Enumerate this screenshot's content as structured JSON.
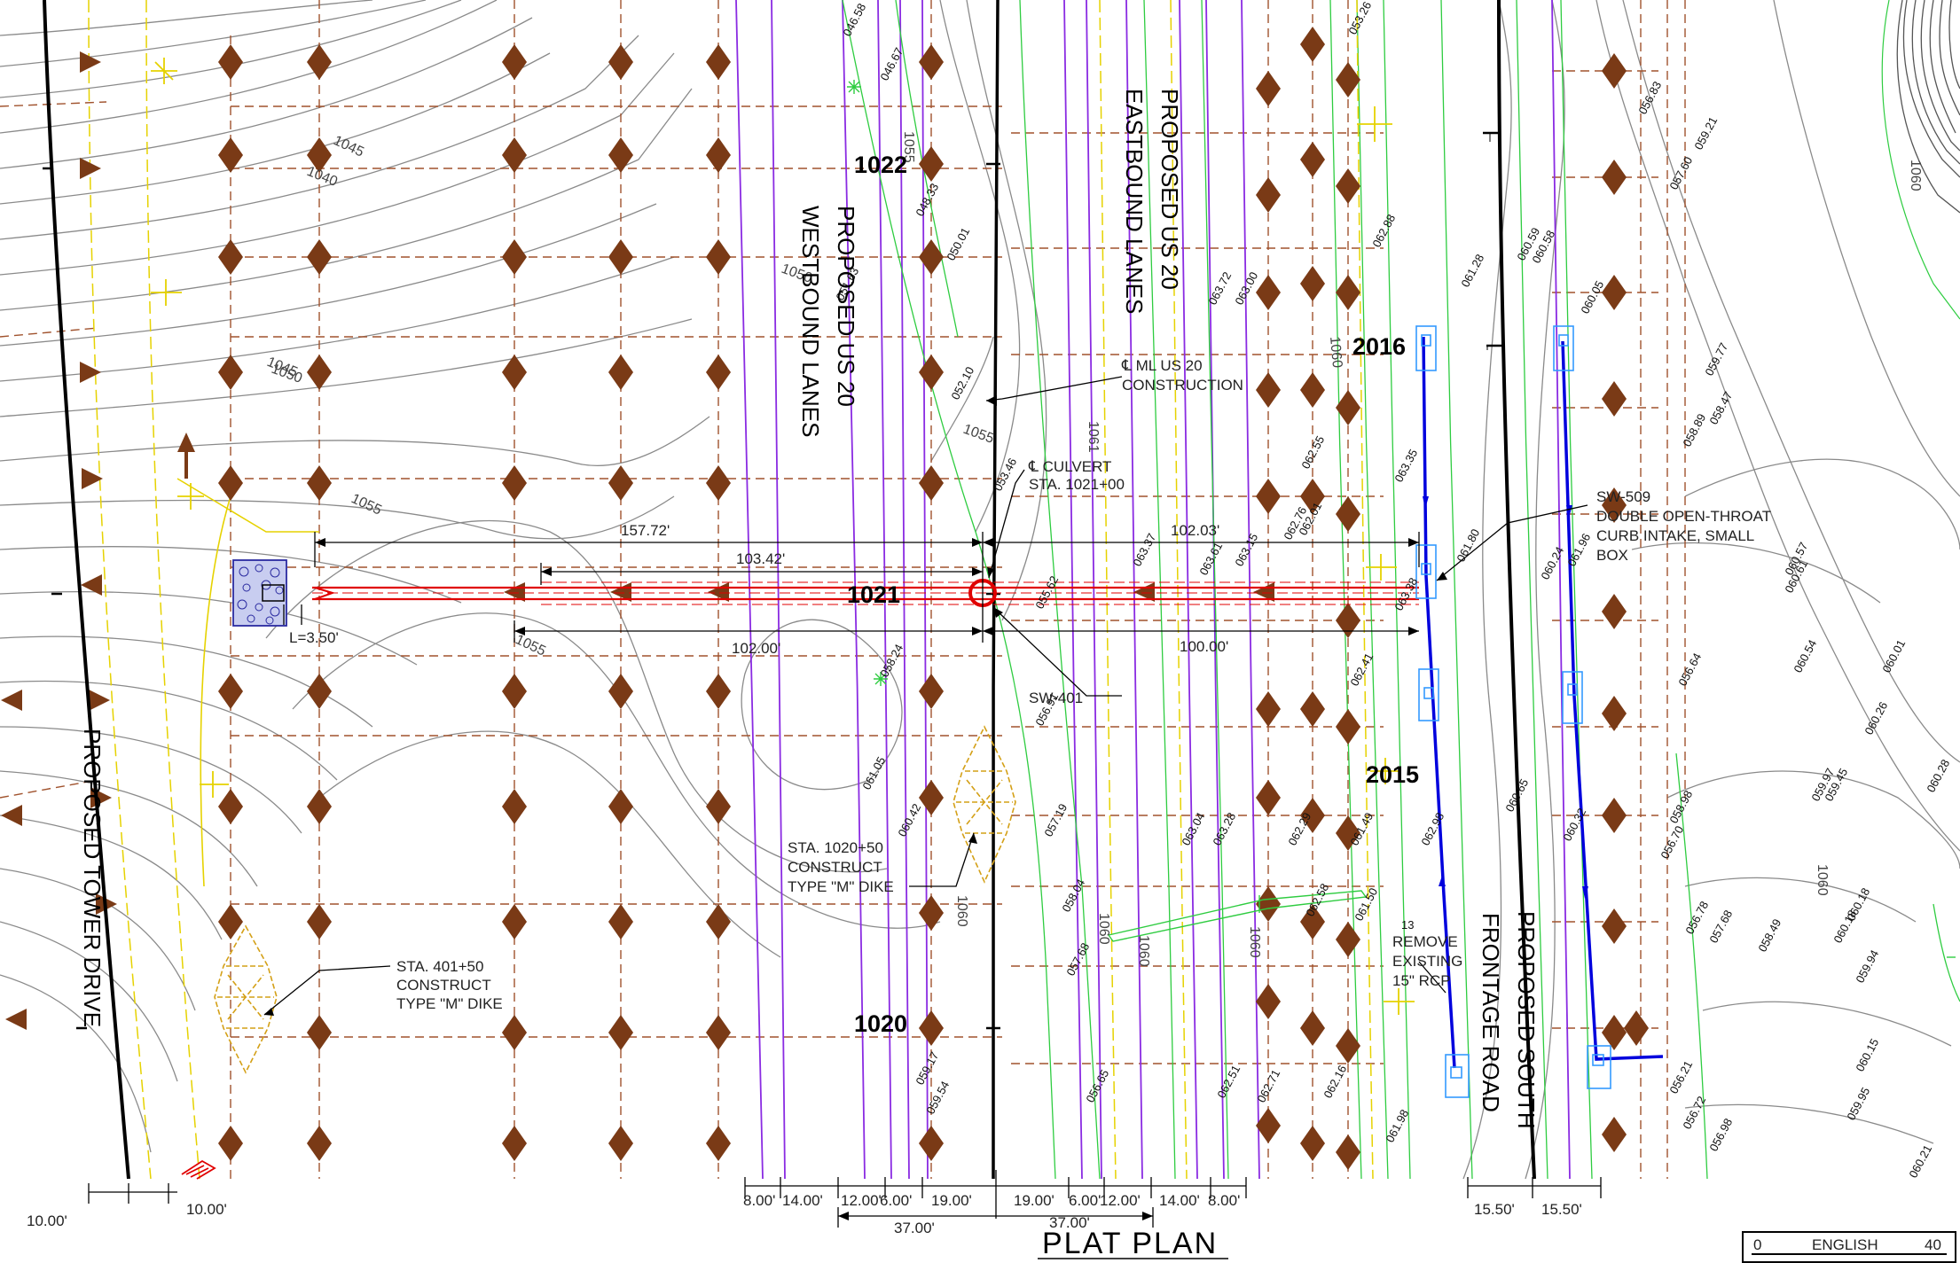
{
  "title": "PLAT PLAN",
  "scale_bar": {
    "left": "0",
    "unit": "ENGLISH",
    "right": "40"
  },
  "road_labels": {
    "westbound": [
      "PROPOSED US 20",
      "WESTBOUND LANES"
    ],
    "eastbound": [
      "PROPOSED US 20",
      "EASTBOUND LANES"
    ],
    "tower": "PROPOSED TOWER DRIVE",
    "frontage": [
      "PROPOSED SOUTH",
      "FRONTAGE ROAD"
    ]
  },
  "station_labels": {
    "mainline": [
      "1022",
      "1021",
      "1020"
    ],
    "frontage": [
      "2016",
      "2015"
    ]
  },
  "callouts": {
    "ml_construction": [
      "℄ ML US 20",
      "CONSTRUCTION"
    ],
    "culvert": [
      "℄ CULVERT",
      "STA. 1021+00"
    ],
    "sw509": [
      "SW-509",
      "DOUBLE OPEN-THROAT",
      "CURB INTAKE, SMALL",
      "BOX"
    ],
    "sw401": "SW-401",
    "dike_1020": [
      "STA. 1020+50",
      "CONSTRUCT",
      "TYPE \"M\" DIKE"
    ],
    "dike_401": [
      "STA. 401+50",
      "CONSTRUCT",
      "TYPE \"M\" DIKE"
    ],
    "remove_rcp": [
      "REMOVE",
      "EXISTING",
      "15\" RCP"
    ],
    "rcp_no": "13"
  },
  "dimensions": {
    "d157": "157.72'",
    "d103": "103.42'",
    "d102_03": "102.03'",
    "d102_00": "102.00'",
    "d100": "100.00'",
    "d3_50": "L=3.50'",
    "tower_left": "10.00'",
    "tower_right": "10.00'",
    "typical_left": [
      "8.00'",
      "14.00'",
      "12.00'",
      "6.00'",
      "19.00'"
    ],
    "typical_right": [
      "19.00'",
      "6.00'",
      "12.00'",
      "14.00'",
      "8.00'"
    ],
    "half_left": "37.00'",
    "half_right": "37.00'",
    "frontage": [
      "15.50'",
      "15.50'"
    ]
  },
  "contour_labels": [
    "1040",
    "1045",
    "1045",
    "1050",
    "1050",
    "1055",
    "1055",
    "1055",
    "1055",
    "1060",
    "1060",
    "1060",
    "1060",
    "1061",
    "1060",
    "1060",
    "1060"
  ],
  "elevations": [
    "046.58",
    "046.67",
    "048.33",
    "050.01",
    "051.63",
    "052.10",
    "053.46",
    "058.24",
    "055.62",
    "056.91",
    "061.05",
    "060.42",
    "057.19",
    "058.04",
    "057.68",
    "059.17",
    "059.54",
    "056.65",
    "053.26",
    "062.88",
    "063.00",
    "063.72",
    "063.37",
    "063.61",
    "063.15",
    "062.76",
    "062.01",
    "062.55",
    "063.35",
    "062.41",
    "063.38",
    "063.04",
    "063.28",
    "062.29",
    "061.49",
    "062.98",
    "062.58",
    "061.50",
    "062.16",
    "062.51",
    "062.71",
    "061.98",
    "061.28",
    "061.80",
    "060.59",
    "060.58",
    "060.24",
    "060.65",
    "061.96",
    "060.05",
    "060.32",
    "056.83",
    "057.60",
    "059.21",
    "059.77",
    "058.47",
    "058.89",
    "056.64",
    "058.98",
    "056.70",
    "056.78",
    "057.68",
    "058.49",
    "056.72",
    "056.98",
    "056.21",
    "060.57",
    "060.61",
    "060.54",
    "060.01",
    "060.26",
    "059.97",
    "059.45",
    "060.18",
    "060.18",
    "059.94",
    "060.15",
    "059.95",
    "060.21",
    "060.28"
  ]
}
